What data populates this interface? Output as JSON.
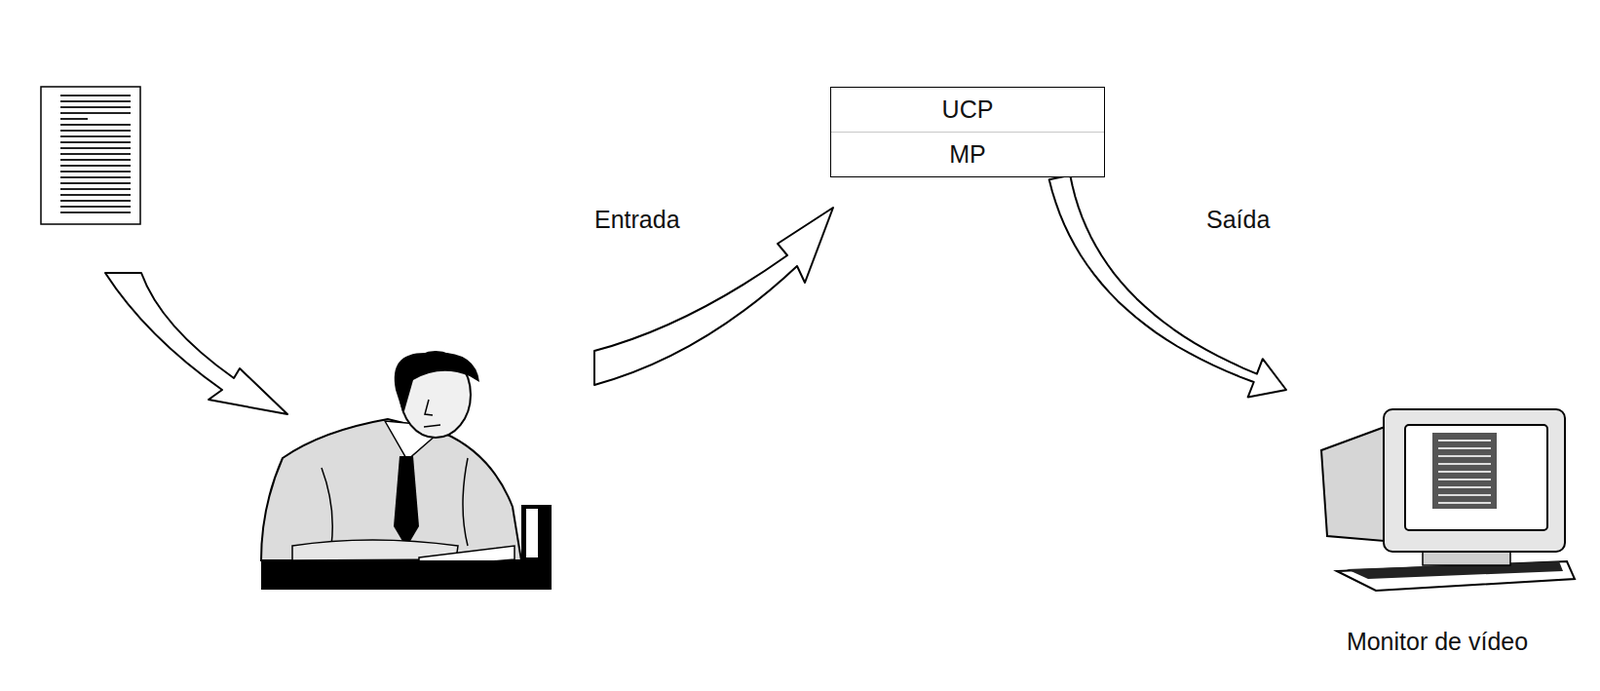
{
  "diagram": {
    "nodes": [
      {
        "text": [
          "UCP",
          "MP"
        ]
      },
      {
        "text": [
          "Monitor de vídeo"
        ]
      }
    ],
    "edges": [
      {
        "from": 0,
        "to": 1,
        "arrow": "to",
        "label": "Saída"
      }
    ],
    "labels": [
      "Entrada"
    ]
  }
}
